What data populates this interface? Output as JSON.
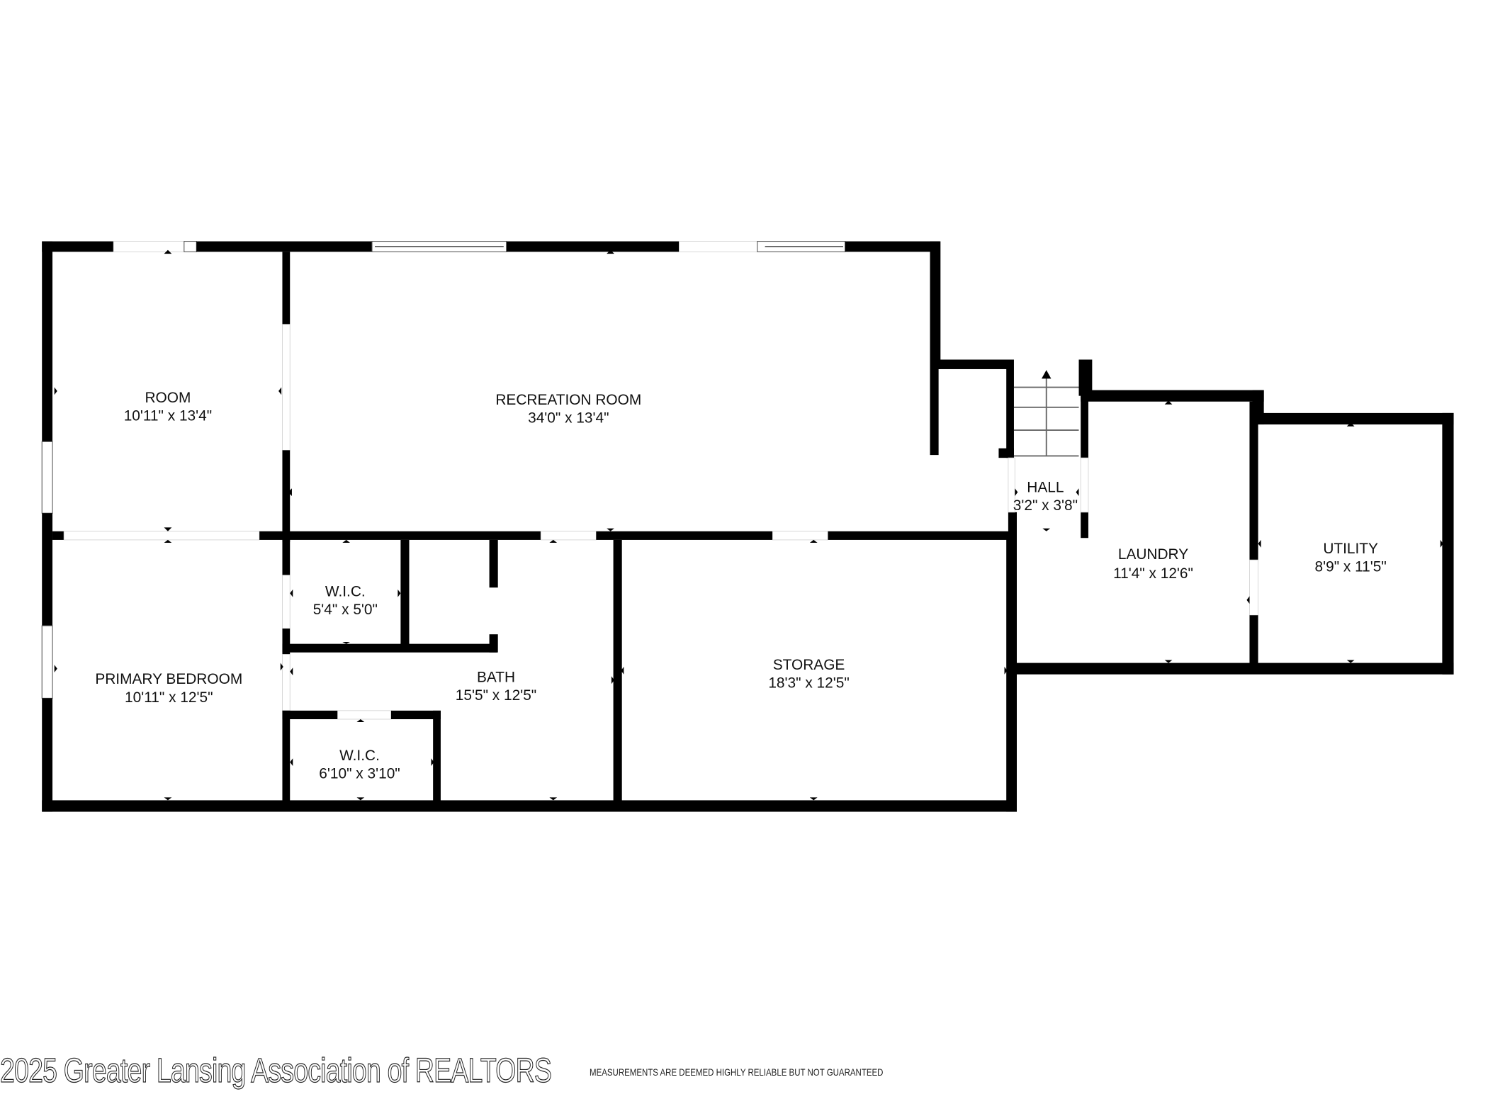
{
  "floorplan": {
    "rooms": [
      {
        "name": "ROOM",
        "dims": "10'11\" x 13'4\""
      },
      {
        "name": "RECREATION ROOM",
        "dims": "34'0\" x 13'4\""
      },
      {
        "name": "HALL",
        "dims": "3'2\" x 3'8\""
      },
      {
        "name": "LAUNDRY",
        "dims": "11'4\" x 12'6\""
      },
      {
        "name": "UTILITY",
        "dims": "8'9\" x 11'5\""
      },
      {
        "name": "PRIMARY BEDROOM",
        "dims": "10'11\" x 12'5\""
      },
      {
        "name": "W.I.C.",
        "dims": "5'4\" x 5'0\""
      },
      {
        "name": "BATH",
        "dims": "15'5\" x 12'5\""
      },
      {
        "name": "W.I.C.",
        "dims": "6'10\" x 3'10\""
      },
      {
        "name": "STORAGE",
        "dims": "18'3\" x 12'5\""
      }
    ],
    "wall_color": "#000000",
    "background": "#ffffff"
  },
  "footer": {
    "watermark": "2025 Greater Lansing Association of REALTORS",
    "disclaimer": "MEASUREMENTS ARE DEEMED HIGHLY RELIABLE BUT NOT GUARANTEED"
  }
}
